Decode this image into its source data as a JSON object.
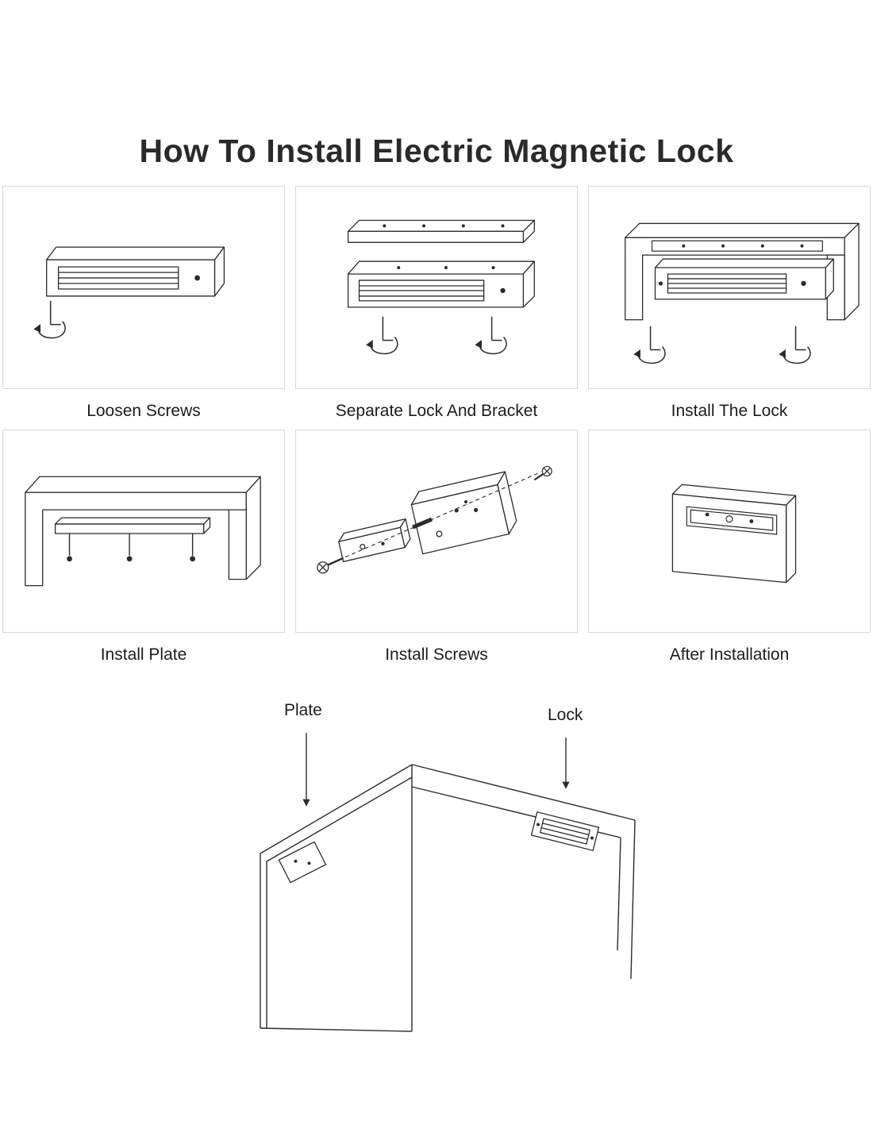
{
  "page": {
    "title": "How To Install Electric Magnetic Lock"
  },
  "steps": [
    {
      "caption": "Loosen Screws"
    },
    {
      "caption": "Separate Lock And Bracket"
    },
    {
      "caption": "Install The Lock"
    },
    {
      "caption": "Install Plate"
    },
    {
      "caption": "Install Screws"
    },
    {
      "caption": "After Installation"
    }
  ],
  "bottom_diagram": {
    "plate_label": "Plate",
    "lock_label": "Lock"
  },
  "icons": {
    "screw_rotation": "screw-with-rotation-arrow-icon",
    "down_arrow": "down-arrow-icon"
  },
  "colors": {
    "line": "#2b2b2b",
    "box_border": "#d8d8d8",
    "background": "#ffffff",
    "text": "#1f1f1f"
  }
}
